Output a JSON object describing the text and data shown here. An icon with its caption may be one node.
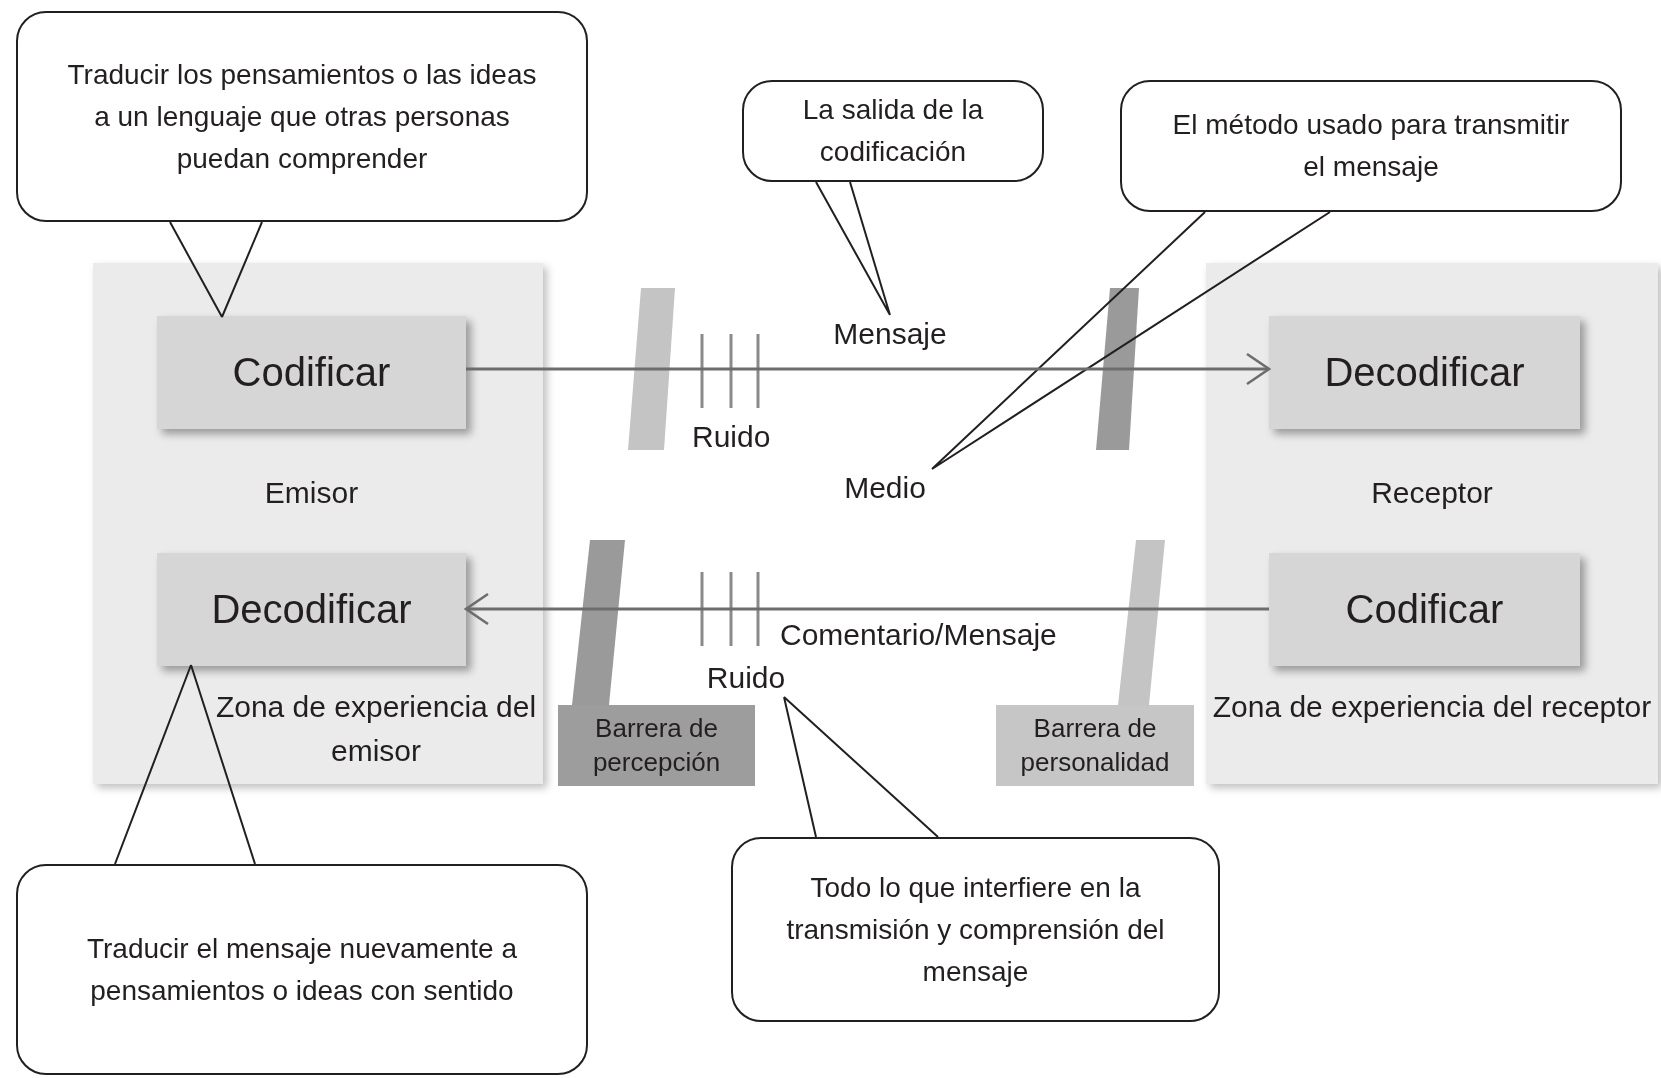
{
  "diagram": {
    "nodes": [
      {
        "text": [
          "Traducir los pensamientos o las ideas a un lenguaje que otras personas puedan comprender"
        ]
      },
      {
        "text": [
          "La salida de la codificación"
        ]
      },
      {
        "text": [
          "El método usado para transmitir el mensaje"
        ]
      },
      {
        "text": [
          "Emisor",
          "Zona de experiencia del emisor"
        ]
      },
      {
        "text": [
          "Codificar"
        ],
        "in": 3
      },
      {
        "text": [
          "Decodificar"
        ],
        "in": 3
      },
      {
        "text": [
          "Mensaje"
        ]
      },
      {
        "text": [
          "Medio"
        ]
      },
      {
        "text": [
          "Receptor",
          "Zona de experiencia del receptor"
        ]
      },
      {
        "text": [
          "Decodificar"
        ],
        "in": 8
      },
      {
        "text": [
          "Codificar"
        ],
        "in": 8
      },
      {
        "text": [
          "Ruido"
        ]
      },
      {
        "text": [
          "Barrera de percepción"
        ]
      },
      {
        "text": [
          "Barrera de personalidad"
        ]
      },
      {
        "text": [
          "Traducir el mensaje nuevamente a pensamientos o ideas con sentido"
        ]
      },
      {
        "text": [
          "Todo lo que interfiere en la transmisión y comprensión del mensaje"
        ]
      }
    ],
    "edges": [
      {
        "from": 0,
        "to": 4,
        "arrow": "none"
      },
      {
        "from": 1,
        "to": 6,
        "arrow": "none"
      },
      {
        "from": 2,
        "to": 7,
        "arrow": "none"
      },
      {
        "from": 4,
        "to": 9,
        "arrow": "to"
      },
      {
        "from": 10,
        "to": 5,
        "arrow": "to",
        "label": "Comentario/Mensaje"
      },
      {
        "from": 14,
        "to": 5,
        "arrow": "none"
      },
      {
        "from": 15,
        "to": 11,
        "arrow": "none"
      }
    ],
    "labels": [
      "Ruido"
    ]
  }
}
